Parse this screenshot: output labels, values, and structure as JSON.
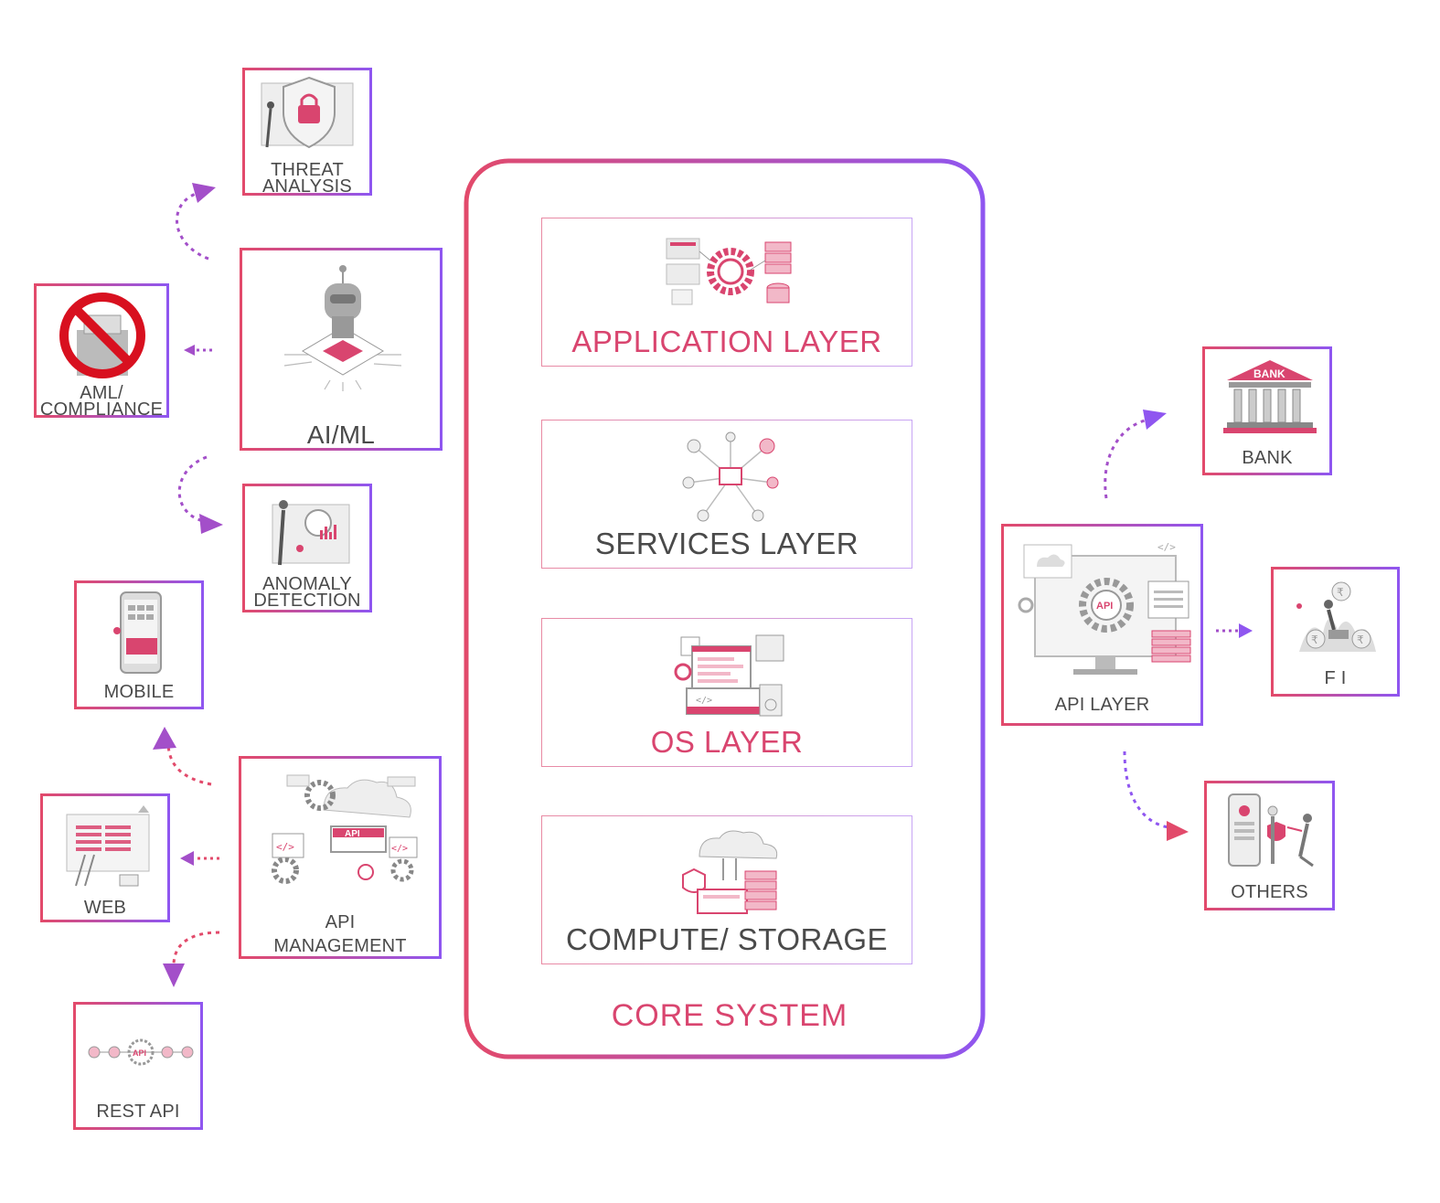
{
  "colors": {
    "accent_pink": "#d9456f",
    "accent_purple": "#8f56f0",
    "label_gray": "#4a4a4a"
  },
  "core": {
    "label": "CORE SYSTEM",
    "layers": [
      {
        "label": "APPLICATION LAYER",
        "icon": "application-gear-servers-icon",
        "color": "#d9456f"
      },
      {
        "label": "SERVICES LAYER",
        "icon": "services-network-icon",
        "color": "#4a4a4a"
      },
      {
        "label": "OS LAYER",
        "icon": "os-monitor-icon",
        "color": "#d9456f"
      },
      {
        "label": "COMPUTE/ STORAGE",
        "icon": "cloud-storage-icon",
        "color": "#4a4a4a"
      }
    ]
  },
  "left": {
    "threat_analysis": "THREAT\nANALYSIS",
    "aiml": "AI/ML",
    "aml_compliance": "AML/\nCOMPLIANCE",
    "anomaly_detection": "ANOMALY\nDETECTION",
    "mobile": "MOBILE",
    "api_management": "API\nMANAGEMENT",
    "web": "WEB",
    "rest_api": "REST API"
  },
  "right": {
    "api_layer": "API LAYER",
    "bank": "BANK",
    "bank_sign": "BANK",
    "fi": "F I",
    "others": "OTHERS"
  },
  "icon_text": {
    "api": "API",
    "code": "</>",
    "rupee": "₹"
  }
}
